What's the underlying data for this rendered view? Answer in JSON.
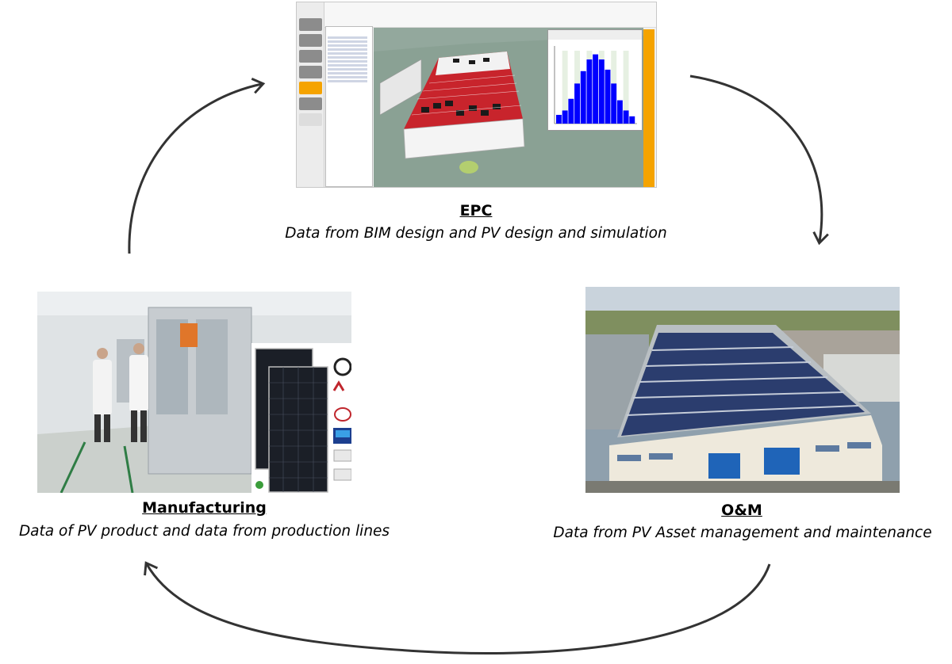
{
  "stages": {
    "epc": {
      "title": "EPC",
      "description": "Data from BIM design and PV design and simulation"
    },
    "manufacturing": {
      "title": "Manufacturing",
      "description": "Data of PV product and data from production lines"
    },
    "om": {
      "title": "O&M",
      "description": "Data from PV Asset management and maintenance"
    }
  },
  "epc_screenshot": {
    "histogram_values": [
      0.12,
      0.18,
      0.34,
      0.55,
      0.72,
      0.88,
      0.95,
      0.88,
      0.74,
      0.55,
      0.32,
      0.18,
      0.1
    ]
  },
  "colors": {
    "arrow": "#333333",
    "histogram_bar": "#0000ff",
    "roof_red": "#c8242c",
    "solar_panel": "#23304f",
    "ui_orange": "#f5a300"
  },
  "flow_direction": "clockwise"
}
